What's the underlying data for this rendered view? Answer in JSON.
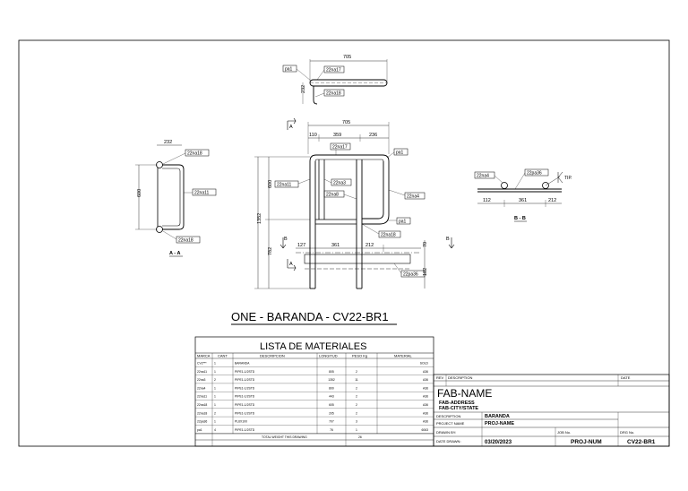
{
  "drawing": {
    "top_view": {
      "dims": [
        "705",
        "232"
      ],
      "tags": [
        "pa1",
        "22na17",
        "22na18"
      ]
    },
    "front_view": {
      "section_mark": "A",
      "dims_top": [
        "705",
        "110",
        "359",
        "236"
      ],
      "dims_left": [
        "1352",
        "600",
        "782"
      ],
      "dims_bottom": [
        "127",
        "361",
        "212"
      ],
      "dims_right": [
        "70",
        "102"
      ],
      "tags": [
        "22na17",
        "pa1",
        "22na11",
        "22na3",
        "22na8",
        "22na4",
        "pa1",
        "22na18",
        "22pa36"
      ],
      "section_b": "B"
    },
    "section_a": {
      "dims": [
        "232",
        "600"
      ],
      "tags": [
        "22na18",
        "22na11",
        "22na18"
      ],
      "label": "A - A"
    },
    "section_b": {
      "dims": [
        "112",
        "361",
        "212"
      ],
      "tags": [
        "22na4",
        "22pa36"
      ],
      "tip": "TIP.",
      "label": "B - B"
    },
    "main_title": "ONE - BARANDA - CV22-BR1"
  },
  "materials": {
    "title": "LISTA DE MATERIALES",
    "columns": [
      "MARCA",
      "CANT",
      "DESCRIPCION",
      "LONGITUD",
      "PESO Kg",
      "MATERIAL"
    ],
    "rows": [
      [
        "CV2***",
        "1",
        "BARANDA",
        "",
        "",
        "SOLD"
      ],
      [
        "22na11",
        "1",
        "PIPE1-1/2STD",
        "805",
        "2",
        "A36"
      ],
      [
        "22na3",
        "2",
        "PIPE1-1/2STD",
        "1352",
        "11",
        "A36"
      ],
      [
        "22na4",
        "1",
        "PIPE1-1/2STD",
        "800",
        "2",
        "A36"
      ],
      [
        "22na11",
        "1",
        "PIPE1-1/2STD",
        "443",
        "2",
        "A36"
      ],
      [
        "22na18",
        "1",
        "PIPE1-1/2STD",
        "605",
        "2",
        "A36"
      ],
      [
        "22na18",
        "2",
        "PIPE1-1/2STD",
        "205",
        "2",
        "A36"
      ],
      [
        "22pa36",
        "1",
        "PL6X100",
        "707",
        "3",
        "A36"
      ],
      [
        "pa1",
        "4",
        "PIPE1-1/2STD",
        "76",
        "1",
        "6063"
      ]
    ],
    "total_label": "TOTAL WEIGHT THIS DRAWING",
    "total_value": "26"
  },
  "title_block": {
    "rev_label": "REV",
    "desc_label": "DESCRIPTION",
    "date_label": "DATE",
    "fab_name": "FAB-NAME",
    "fab_address": "FAB-ADDRESS",
    "fab_city": "FAB-CITY/STATE",
    "description_label": "DESCRIPTION",
    "description_value": "BARANDA",
    "project_label": "PROJECT NAME",
    "project_value": "PROJ-NAME",
    "drawn_label": "DRAWN BY:",
    "date_drawn_label": "DATE DRAWN:",
    "date_drawn_value": "03/20/2023",
    "job_label": "JOB No.",
    "job_value": "PROJ-NUM",
    "drg_label": "DRG No.",
    "drg_value": "CV22-BR1"
  }
}
